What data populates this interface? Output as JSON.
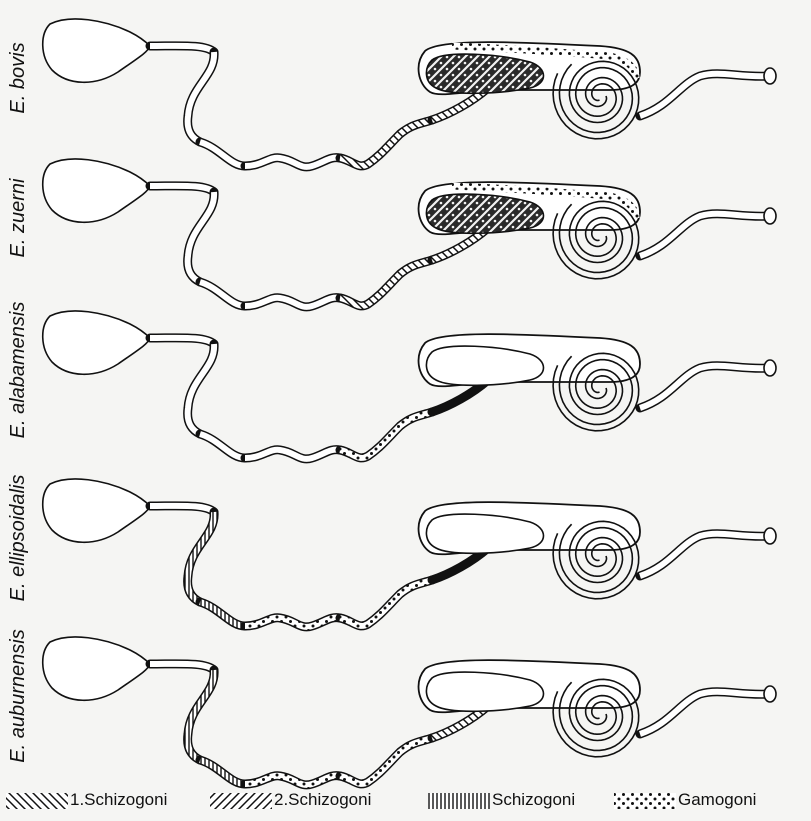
{
  "species": [
    {
      "label": "E. bovis",
      "s": [
        0,
        0,
        0,
        0,
        1,
        1,
        4,
        4,
        4,
        4,
        0
      ]
    },
    {
      "label": "E. zuerni",
      "s": [
        0,
        0,
        0,
        0,
        1,
        1,
        4,
        4,
        4,
        4,
        0
      ]
    },
    {
      "label": "E. alabamensis",
      "s": [
        0,
        0,
        0,
        0,
        4,
        5,
        0,
        0,
        0,
        0,
        0
      ]
    },
    {
      "label": "E. ellipsoidalis",
      "s": [
        0,
        3,
        3,
        4,
        4,
        5,
        0,
        0,
        0,
        0,
        0
      ]
    },
    {
      "label": "E. auburnensis",
      "s": [
        0,
        3,
        3,
        4,
        4,
        1,
        0,
        0,
        0,
        0,
        0
      ]
    }
  ],
  "legend": [
    {
      "label": "1.Schizogoni",
      "pattern": "hatch-back"
    },
    {
      "label": "2.Schizogoni",
      "pattern": "hatch-fwd"
    },
    {
      "label": "Schizogoni",
      "pattern": "vertical"
    },
    {
      "label": "Gamogoni",
      "pattern": "dots"
    }
  ]
}
